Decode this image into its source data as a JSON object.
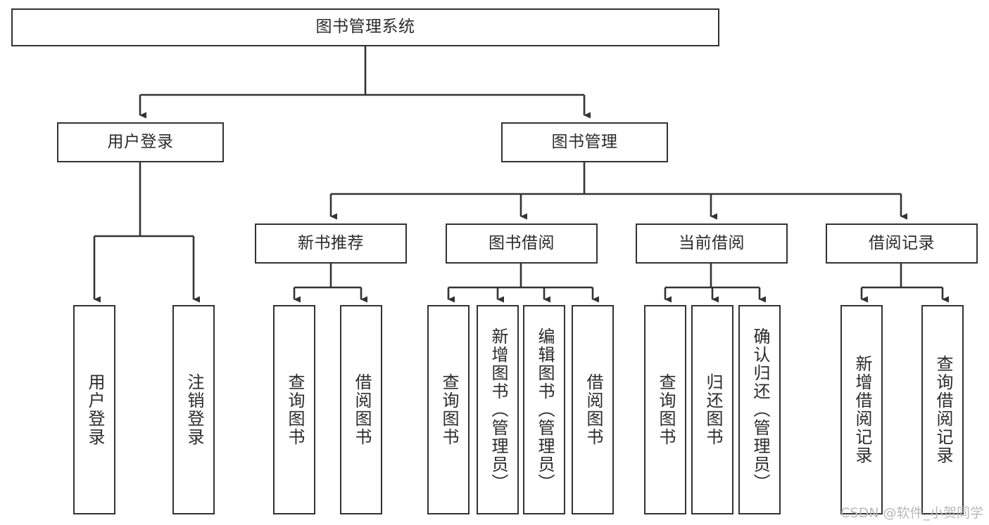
{
  "diagram": {
    "type": "tree-hierarchy",
    "title": "图书管理系统",
    "watermark": "CSDN @软件_小贺同学",
    "colors": {
      "stroke": "#333333",
      "text": "#2b2b2b",
      "background": "#ffffff",
      "watermark": "#b9b9b9"
    },
    "root": {
      "id": "root",
      "label": "图书管理系统"
    },
    "level2": [
      {
        "id": "user-login",
        "label": "用户登录"
      },
      {
        "id": "book-manage",
        "label": "图书管理"
      }
    ],
    "level3": [
      {
        "id": "new-book-recommend",
        "label": "新书推荐",
        "parent": "book-manage"
      },
      {
        "id": "book-borrow",
        "label": "图书借阅",
        "parent": "book-manage"
      },
      {
        "id": "current-borrow",
        "label": "当前借阅",
        "parent": "book-manage"
      },
      {
        "id": "borrow-record",
        "label": "借阅记录",
        "parent": "book-manage"
      }
    ],
    "leaves": {
      "user_login": [
        {
          "id": "leaf-user-login",
          "label": "用户登录"
        },
        {
          "id": "leaf-user-logout",
          "label": "注销登录"
        }
      ],
      "new_book_recommend": [
        {
          "id": "leaf-query-book-1",
          "label": "查询图书"
        },
        {
          "id": "leaf-borrow-book-1",
          "label": "借阅图书"
        }
      ],
      "book_borrow": [
        {
          "id": "leaf-query-book-2",
          "label": "查询图书"
        },
        {
          "id": "leaf-add-book",
          "label": "新增图书（管理员）"
        },
        {
          "id": "leaf-edit-book",
          "label": "编辑图书（管理员）"
        },
        {
          "id": "leaf-borrow-book-2",
          "label": "借阅图书"
        }
      ],
      "current_borrow": [
        {
          "id": "leaf-query-book-3",
          "label": "查询图书"
        },
        {
          "id": "leaf-return-book",
          "label": "归还图书"
        },
        {
          "id": "leaf-confirm-return",
          "label": "确认归还（管理员）"
        }
      ],
      "borrow_record": [
        {
          "id": "leaf-add-record",
          "label": "新增借阅记录"
        },
        {
          "id": "leaf-query-record",
          "label": "查询借阅记录"
        }
      ]
    }
  }
}
